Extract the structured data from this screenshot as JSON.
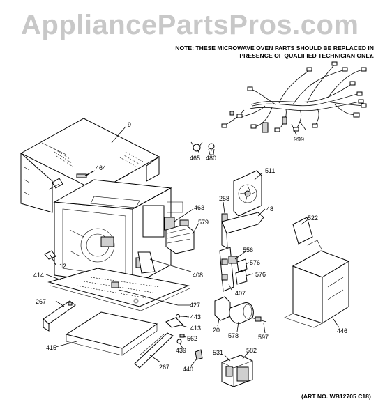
{
  "watermark": "AppliancePartsPros.com",
  "note": {
    "line1": "NOTE: THESE MICROWAVE OVEN PARTS SHOULD BE REPLACED IN",
    "line2": "PRESENCE OF QUALIFIED TECHNICIAN ONLY."
  },
  "art_number": "(ART NO. WB12705 C18)",
  "part_labels": {
    "p9": "9",
    "p12": "12",
    "p20": "20",
    "p48": "48",
    "p258": "258",
    "p267a": "267",
    "p267b": "267",
    "p407": "407",
    "p408": "408",
    "p413": "413",
    "p414": "414",
    "p415": "415",
    "p427": "427",
    "p439": "439",
    "p440": "440",
    "p443": "443",
    "p446": "446",
    "p463": "463",
    "p464": "464",
    "p465": "465",
    "p480": "480",
    "p511": "511",
    "p522": "522",
    "p531": "531",
    "p556": "556",
    "p562": "562",
    "p576a": "576",
    "p576b": "576",
    "p578": "578",
    "p579": "579",
    "p582": "582",
    "p597": "597",
    "p999": "999"
  }
}
